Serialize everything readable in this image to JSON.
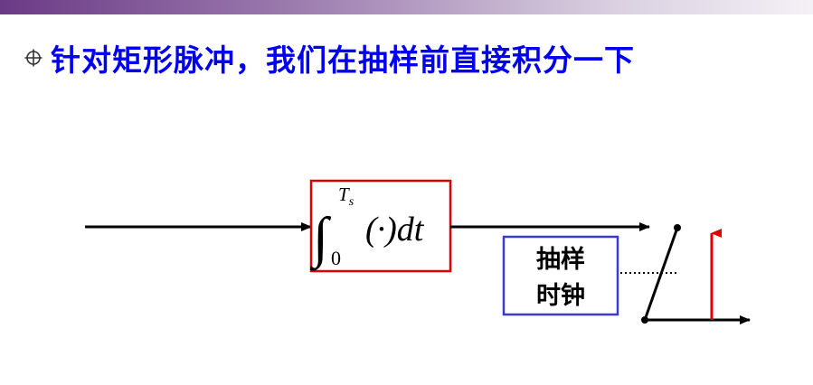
{
  "title": {
    "bullet_icon": "circle-plus-bullet",
    "text": "针对矩形脉冲，我们在抽样前直接积分一下"
  },
  "integrator": {
    "integral_sign": "∫",
    "upper_limit_base": "T",
    "upper_limit_sub": "s",
    "lower_limit": "0",
    "integrand": "(·)dt",
    "border_color": "#e00000"
  },
  "sampling_clock": {
    "line1": "抽样",
    "line2": "时钟",
    "border_color": "#3a3ad6"
  },
  "colors": {
    "title": "#0000ee",
    "impulse_arrow": "#e00000",
    "header_bar": "#6b3a86"
  }
}
